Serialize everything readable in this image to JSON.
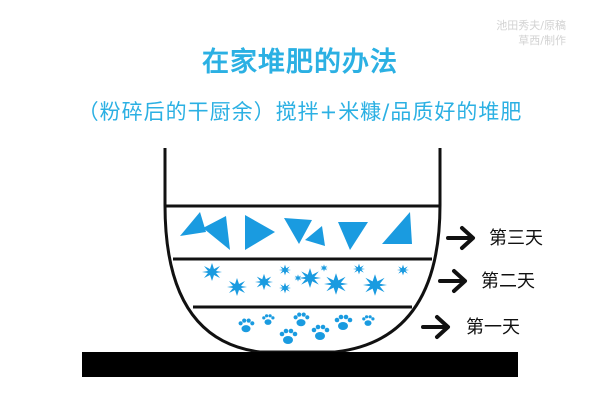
{
  "credit": {
    "line1": "池田秀夫/原稿",
    "line2": "草西/制作"
  },
  "title": "在家堆肥的办法",
  "subtitle": "（粉碎后的干厨余）搅拌+米糠/品质好的堆肥",
  "layers": [
    {
      "label": "第三天",
      "shape": "triangle"
    },
    {
      "label": "第二天",
      "shape": "star"
    },
    {
      "label": "第一天",
      "shape": "paw"
    }
  ],
  "colors": {
    "accent": "#1a9be0",
    "title": "#2bb0e3",
    "ink": "#111111"
  },
  "icons": [
    "right-arrow-icon",
    "triangle-icon",
    "starburst-icon",
    "paw-print-icon"
  ]
}
